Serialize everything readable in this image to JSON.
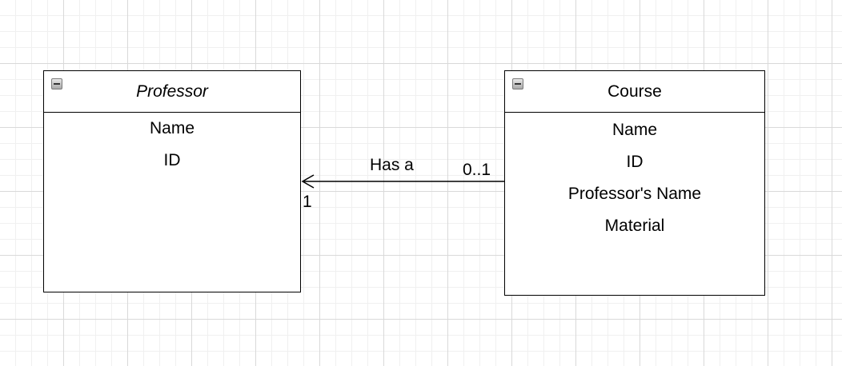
{
  "classes": {
    "professor": {
      "name": "Professor",
      "attributes": [
        "Name",
        "ID"
      ]
    },
    "course": {
      "name": "Course",
      "attributes": [
        "Name",
        "ID",
        "Professor's Name",
        "Material"
      ]
    }
  },
  "association": {
    "label": "Has a",
    "source_multiplicity": "0..1",
    "target_multiplicity": "1"
  },
  "icons": {
    "collapse": "minus-box-icon",
    "arrow": "open-arrowhead-icon"
  },
  "colors": {
    "line": "#000000",
    "grid_major": "#d9d9d9",
    "grid_minor": "#f0f0f0",
    "background": "#ffffff"
  }
}
